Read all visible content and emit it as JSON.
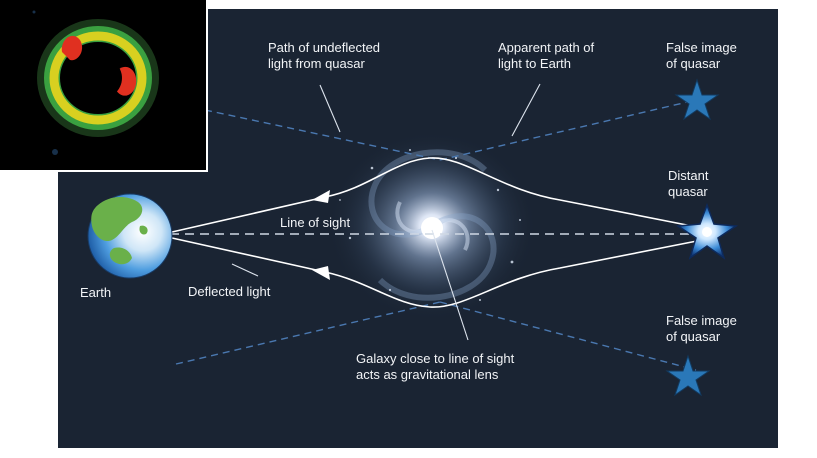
{
  "labels": {
    "undeflected_path": "Path of undeflected\nlight from quasar",
    "apparent_path": "Apparent path of\nlight to Earth",
    "false_image_top": "False image\nof quasar",
    "distant_quasar": "Distant\nquasar",
    "line_of_sight": "Line of sight",
    "earth": "Earth",
    "deflected_light": "Deflected light",
    "false_image_bottom": "False image\nof quasar",
    "galaxy_lens": "Galaxy close to line of sight\nacts as gravitational lens"
  },
  "colors": {
    "panel_background": "#1a2433",
    "light_path": "#ffffff",
    "dashed_apparent": "#4a78b0",
    "star": "#2a78b8",
    "quasar_glow": "#cfe8ff",
    "ocean": "#2e7fd0",
    "land": "#6ab04a"
  },
  "icons": {
    "quasar": "star-icon",
    "earth": "globe-icon",
    "galaxy": "spiral-galaxy-icon",
    "inset": "radio-ring-image"
  }
}
